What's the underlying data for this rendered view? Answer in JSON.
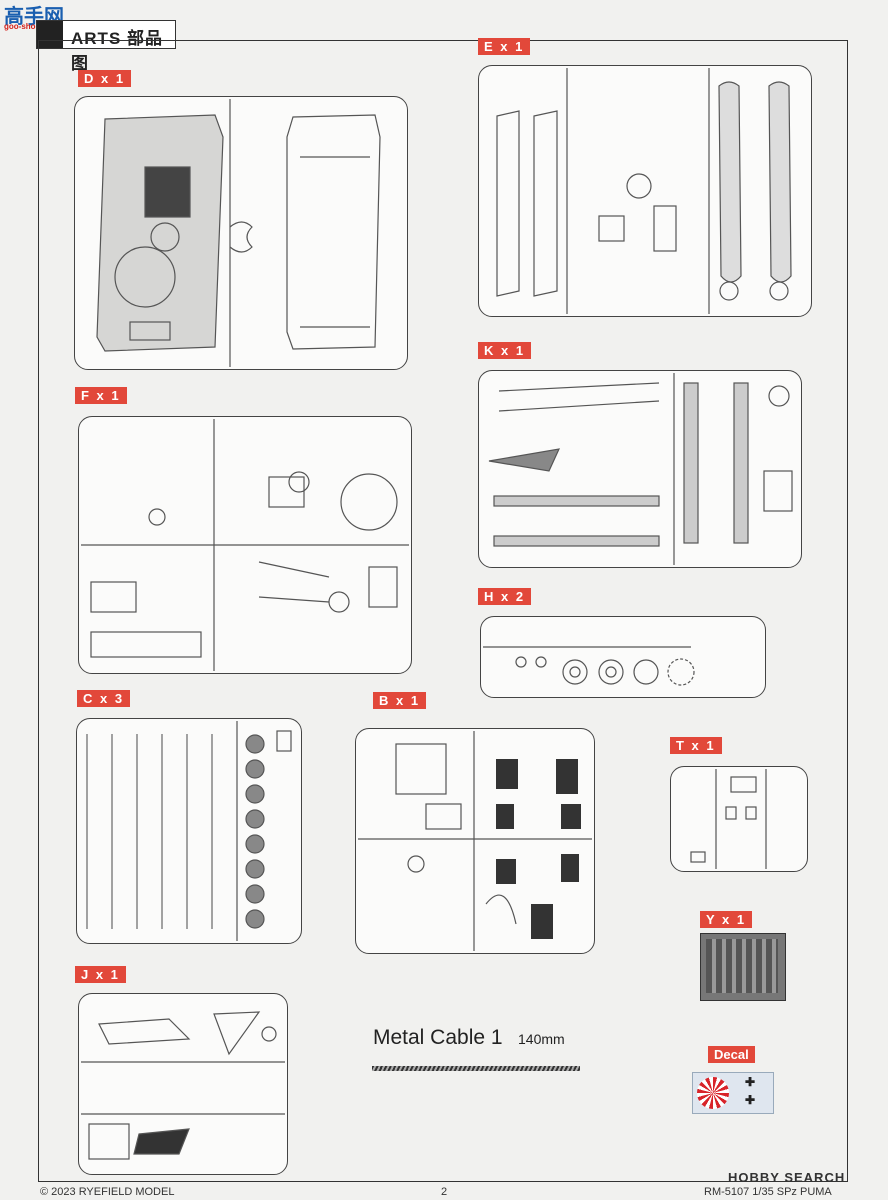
{
  "header": {
    "logo_chars": "高手网",
    "logo_url": "goo-shouw.com",
    "parts_label": "ARTS  部品图"
  },
  "sprues": [
    {
      "id": "D",
      "label": "D x 1"
    },
    {
      "id": "E",
      "label": "E x 1"
    },
    {
      "id": "K",
      "label": "K x 1"
    },
    {
      "id": "F",
      "label": "F x 1"
    },
    {
      "id": "H",
      "label": "H x 2"
    },
    {
      "id": "C",
      "label": "C x 3"
    },
    {
      "id": "B",
      "label": "B x 1"
    },
    {
      "id": "T",
      "label": "T x 1"
    },
    {
      "id": "Y",
      "label": "Y x 1"
    },
    {
      "id": "J",
      "label": "J x 1"
    }
  ],
  "cable": {
    "title": "Metal Cable 1",
    "length": "140mm"
  },
  "decal": {
    "label": "Decal"
  },
  "footer": {
    "copyright": "© 2023 RYEFIELD MODEL",
    "page": "2",
    "product": "RM-5107  1/35 SPz PUMA",
    "watermark": "HOBBY SEARCH"
  },
  "colors": {
    "label_bg": "#e2483a",
    "frame": "#333333"
  }
}
